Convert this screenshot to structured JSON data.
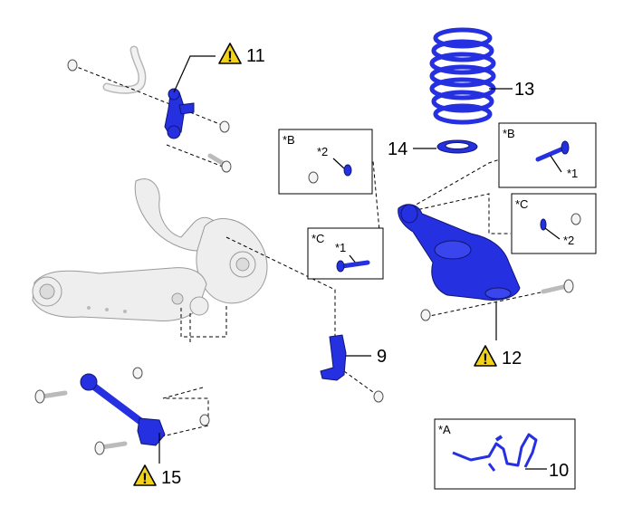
{
  "callouts": {
    "c9": "9",
    "c10": "10",
    "c11": "11",
    "c12": "12",
    "c13": "13",
    "c14": "14",
    "c15": "15"
  },
  "warning_mark": "!",
  "detail_boxes": {
    "b_upper": {
      "title": "*B",
      "label": "*2"
    },
    "b_right": {
      "title": "*B",
      "label": "*1"
    },
    "c_left": {
      "title": "*C",
      "label": "*1"
    },
    "c_right": {
      "title": "*C",
      "label": "*2"
    },
    "a_bottom": {
      "title": "*A"
    }
  },
  "icons": {
    "warning": "warning-triangle-icon"
  },
  "colors": {
    "part_highlight": "#2530e0",
    "part_outline": "#10166f",
    "background_part": "#eeeeee",
    "warning_fill": "#f3d21a"
  }
}
